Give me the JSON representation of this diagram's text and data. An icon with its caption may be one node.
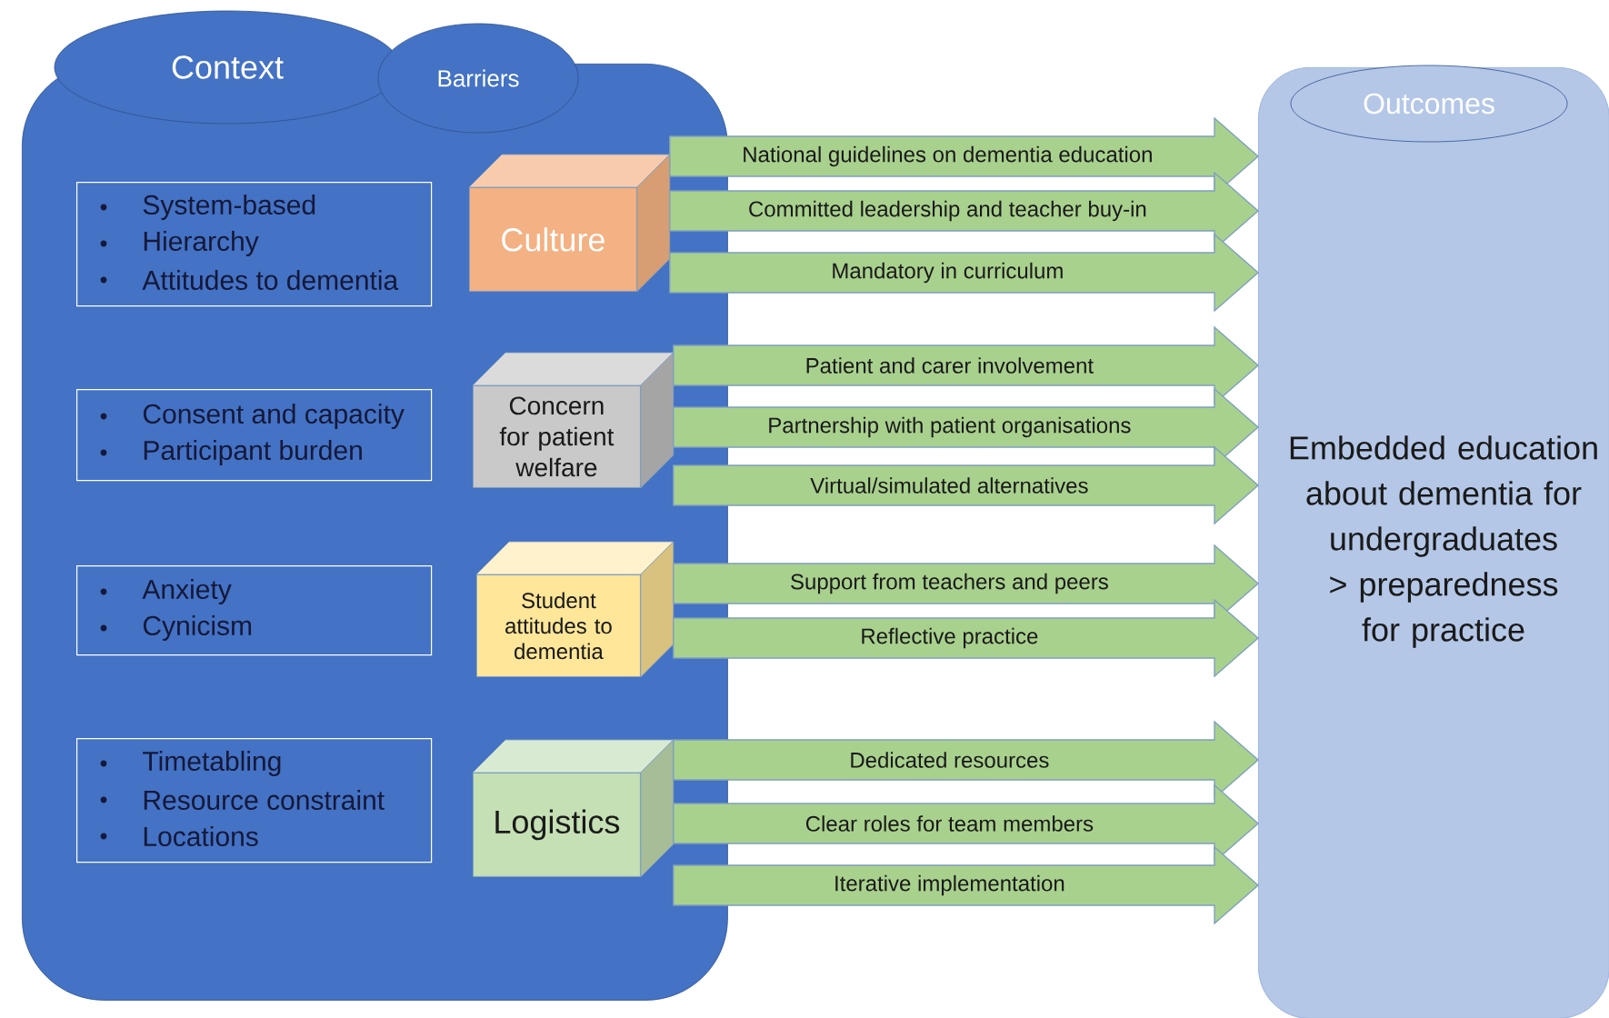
{
  "diagram": {
    "nodes": [
      {
        "text": [
          "Context"
        ]
      },
      {
        "text": [
          "Barriers"
        ],
        "in": 0
      },
      {
        "text": [
          "System-based",
          "Hierarchy",
          "Attitudes to dementia"
        ],
        "in": 0
      },
      {
        "text": [
          "Culture"
        ],
        "in": 0
      },
      {
        "text": [
          "Consent and capacity",
          "Participant burden"
        ],
        "in": 0
      },
      {
        "text": [
          "Concern for patient welfare"
        ],
        "in": 0
      },
      {
        "text": [
          "Anxiety",
          "Cynicism"
        ],
        "in": 0
      },
      {
        "text": [
          "Student attitudes to dementia"
        ],
        "in": 0
      },
      {
        "text": [
          "Timetabling",
          "Resource constraint",
          "Locations"
        ],
        "in": 0
      },
      {
        "text": [
          "Logistics"
        ],
        "in": 0
      },
      {
        "text": [
          "Outcomes",
          "Embedded education about dementia for undergraduates > preparedness for practice"
        ]
      }
    ],
    "edges": [
      {
        "from": 3,
        "to": 10,
        "arrow": "to",
        "label": "National guidelines on dementia education"
      },
      {
        "from": 3,
        "to": 10,
        "arrow": "to",
        "label": "Committed leadership and teacher buy-in"
      },
      {
        "from": 3,
        "to": 10,
        "arrow": "to",
        "label": "Mandatory in curriculum"
      },
      {
        "from": 5,
        "to": 10,
        "arrow": "to",
        "label": "Patient and carer involvement"
      },
      {
        "from": 5,
        "to": 10,
        "arrow": "to",
        "label": "Partnership with patient organisations"
      },
      {
        "from": 5,
        "to": 10,
        "arrow": "to",
        "label": "Virtual/simulated alternatives"
      },
      {
        "from": 7,
        "to": 10,
        "arrow": "to",
        "label": "Support from teachers and peers"
      },
      {
        "from": 7,
        "to": 10,
        "arrow": "to",
        "label": "Reflective practice"
      },
      {
        "from": 9,
        "to": 10,
        "arrow": "to",
        "label": "Dedicated resources"
      },
      {
        "from": 9,
        "to": 10,
        "arrow": "to",
        "label": "Clear roles for team members"
      },
      {
        "from": 9,
        "to": 10,
        "arrow": "to",
        "label": "Iterative implementation"
      }
    ]
  }
}
